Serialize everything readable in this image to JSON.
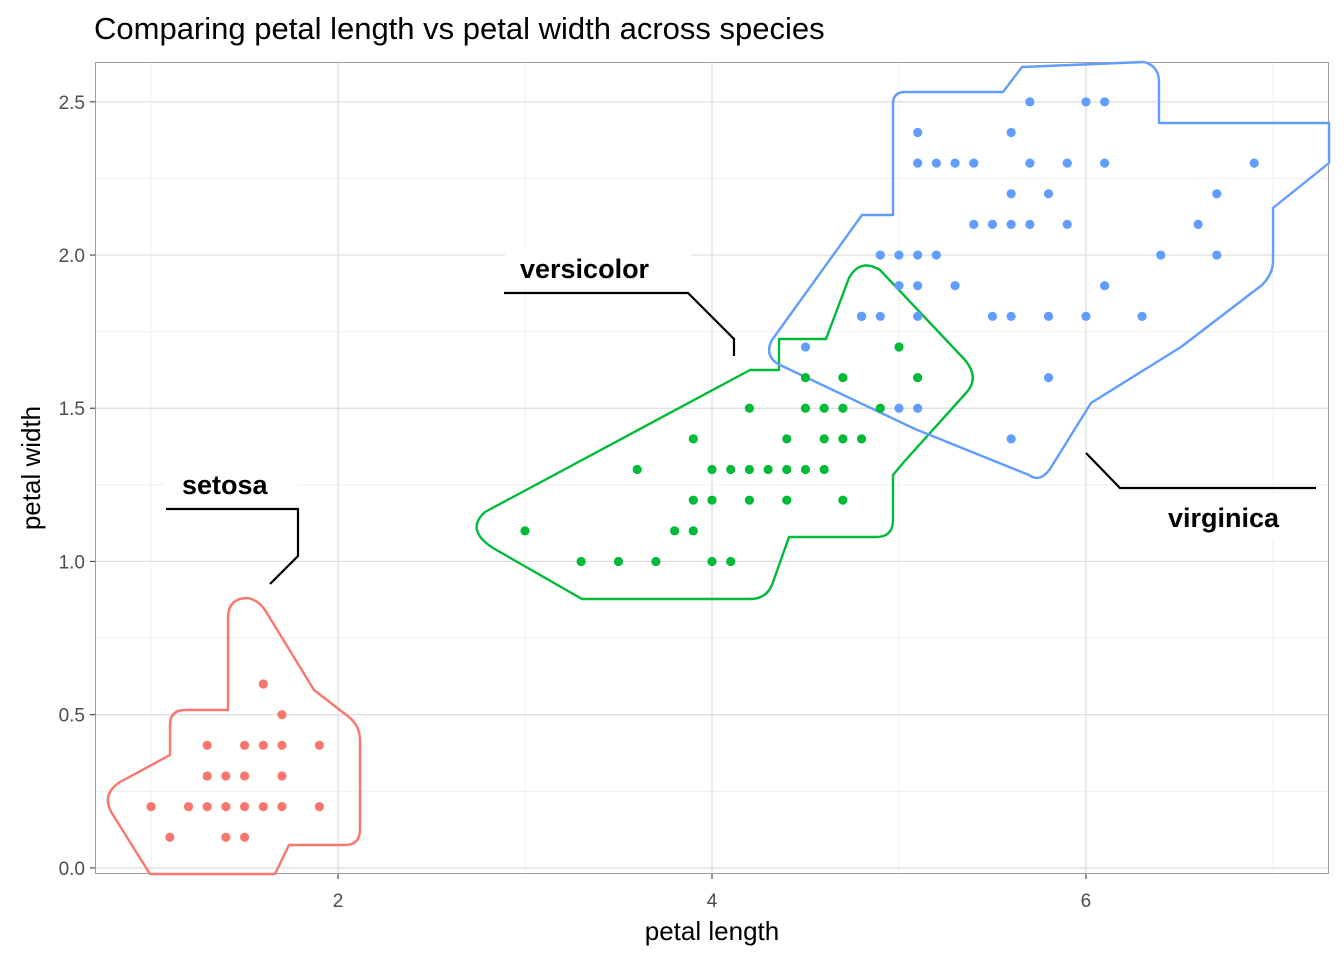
{
  "chart_data": {
    "type": "scatter",
    "title": "Comparing petal length vs petal width across species",
    "xlabel": "petal length",
    "ylabel": "petal width",
    "xlim": [
      0.7,
      7.3
    ],
    "ylim": [
      -0.02,
      2.63
    ],
    "x_ticks": [
      2,
      4,
      6
    ],
    "y_ticks": [
      0.0,
      0.5,
      1.0,
      1.5,
      2.0,
      2.5
    ],
    "x_tick_labels": [
      "2",
      "4",
      "6"
    ],
    "y_tick_labels": [
      "0.0",
      "0.5",
      "1.0",
      "1.5",
      "2.0",
      "2.5"
    ],
    "grid": true,
    "legend": "none",
    "series": [
      {
        "name": "setosa",
        "color": "#F8766D",
        "points": [
          [
            1.0,
            0.2
          ],
          [
            1.1,
            0.1
          ],
          [
            1.2,
            0.2
          ],
          [
            1.3,
            0.2
          ],
          [
            1.3,
            0.3
          ],
          [
            1.3,
            0.4
          ],
          [
            1.4,
            0.1
          ],
          [
            1.4,
            0.2
          ],
          [
            1.4,
            0.3
          ],
          [
            1.5,
            0.1
          ],
          [
            1.5,
            0.2
          ],
          [
            1.5,
            0.3
          ],
          [
            1.5,
            0.4
          ],
          [
            1.6,
            0.2
          ],
          [
            1.6,
            0.4
          ],
          [
            1.6,
            0.6
          ],
          [
            1.7,
            0.2
          ],
          [
            1.7,
            0.3
          ],
          [
            1.7,
            0.4
          ],
          [
            1.7,
            0.5
          ],
          [
            1.9,
            0.2
          ],
          [
            1.9,
            0.4
          ]
        ]
      },
      {
        "name": "versicolor",
        "color": "#00BA38",
        "points": [
          [
            3.0,
            1.1
          ],
          [
            3.3,
            1.0
          ],
          [
            3.5,
            1.0
          ],
          [
            3.6,
            1.3
          ],
          [
            3.7,
            1.0
          ],
          [
            3.8,
            1.1
          ],
          [
            3.9,
            1.1
          ],
          [
            3.9,
            1.2
          ],
          [
            3.9,
            1.4
          ],
          [
            4.0,
            1.0
          ],
          [
            4.0,
            1.2
          ],
          [
            4.0,
            1.3
          ],
          [
            4.1,
            1.0
          ],
          [
            4.1,
            1.3
          ],
          [
            4.2,
            1.2
          ],
          [
            4.2,
            1.3
          ],
          [
            4.2,
            1.5
          ],
          [
            4.3,
            1.3
          ],
          [
            4.4,
            1.2
          ],
          [
            4.4,
            1.3
          ],
          [
            4.4,
            1.4
          ],
          [
            4.5,
            1.3
          ],
          [
            4.5,
            1.5
          ],
          [
            4.5,
            1.6
          ],
          [
            4.6,
            1.3
          ],
          [
            4.6,
            1.4
          ],
          [
            4.6,
            1.5
          ],
          [
            4.7,
            1.2
          ],
          [
            4.7,
            1.4
          ],
          [
            4.7,
            1.5
          ],
          [
            4.7,
            1.6
          ],
          [
            4.8,
            1.4
          ],
          [
            4.8,
            1.8
          ],
          [
            4.9,
            1.5
          ],
          [
            5.0,
            1.7
          ],
          [
            5.1,
            1.6
          ]
        ]
      },
      {
        "name": "virginica",
        "color": "#619CFF",
        "points": [
          [
            4.5,
            1.7
          ],
          [
            4.8,
            1.8
          ],
          [
            4.9,
            1.8
          ],
          [
            4.9,
            2.0
          ],
          [
            5.0,
            1.5
          ],
          [
            5.0,
            1.9
          ],
          [
            5.0,
            2.0
          ],
          [
            5.1,
            1.5
          ],
          [
            5.1,
            1.8
          ],
          [
            5.1,
            1.9
          ],
          [
            5.1,
            2.0
          ],
          [
            5.1,
            2.3
          ],
          [
            5.1,
            2.4
          ],
          [
            5.2,
            2.0
          ],
          [
            5.2,
            2.3
          ],
          [
            5.3,
            1.9
          ],
          [
            5.3,
            2.3
          ],
          [
            5.4,
            2.1
          ],
          [
            5.4,
            2.3
          ],
          [
            5.5,
            1.8
          ],
          [
            5.5,
            2.1
          ],
          [
            5.6,
            1.4
          ],
          [
            5.6,
            1.8
          ],
          [
            5.6,
            2.1
          ],
          [
            5.6,
            2.2
          ],
          [
            5.6,
            2.4
          ],
          [
            5.7,
            2.1
          ],
          [
            5.7,
            2.3
          ],
          [
            5.7,
            2.5
          ],
          [
            5.8,
            1.6
          ],
          [
            5.8,
            1.8
          ],
          [
            5.8,
            2.2
          ],
          [
            5.9,
            2.1
          ],
          [
            5.9,
            2.3
          ],
          [
            6.0,
            1.8
          ],
          [
            6.0,
            2.5
          ],
          [
            6.1,
            1.9
          ],
          [
            6.1,
            2.3
          ],
          [
            6.1,
            2.5
          ],
          [
            6.3,
            1.8
          ],
          [
            6.4,
            2.0
          ],
          [
            6.6,
            2.1
          ],
          [
            6.7,
            2.0
          ],
          [
            6.7,
            2.2
          ],
          [
            6.9,
            2.3
          ]
        ]
      }
    ],
    "annotations": [
      "setosa",
      "versicolor",
      "virginica"
    ]
  }
}
